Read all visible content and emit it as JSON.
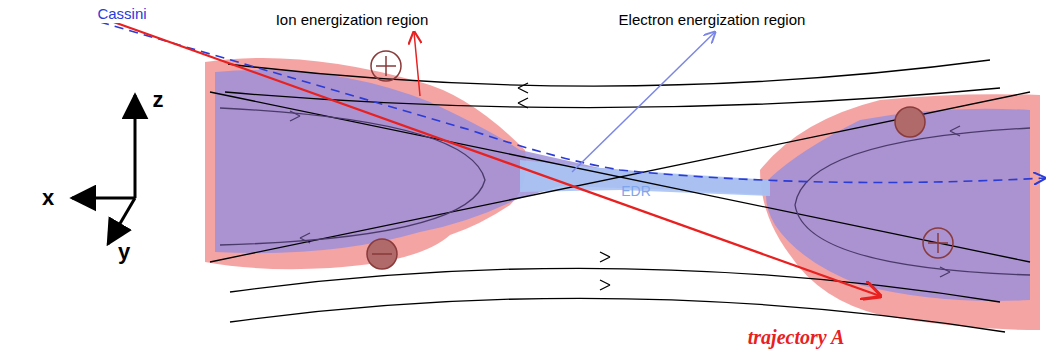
{
  "diagram": {
    "labels": [
      "Ion energization region",
      "Electron energization region",
      "Cassini",
      "EDR",
      "trajectory A",
      "z",
      "x",
      "y"
    ]
  }
}
